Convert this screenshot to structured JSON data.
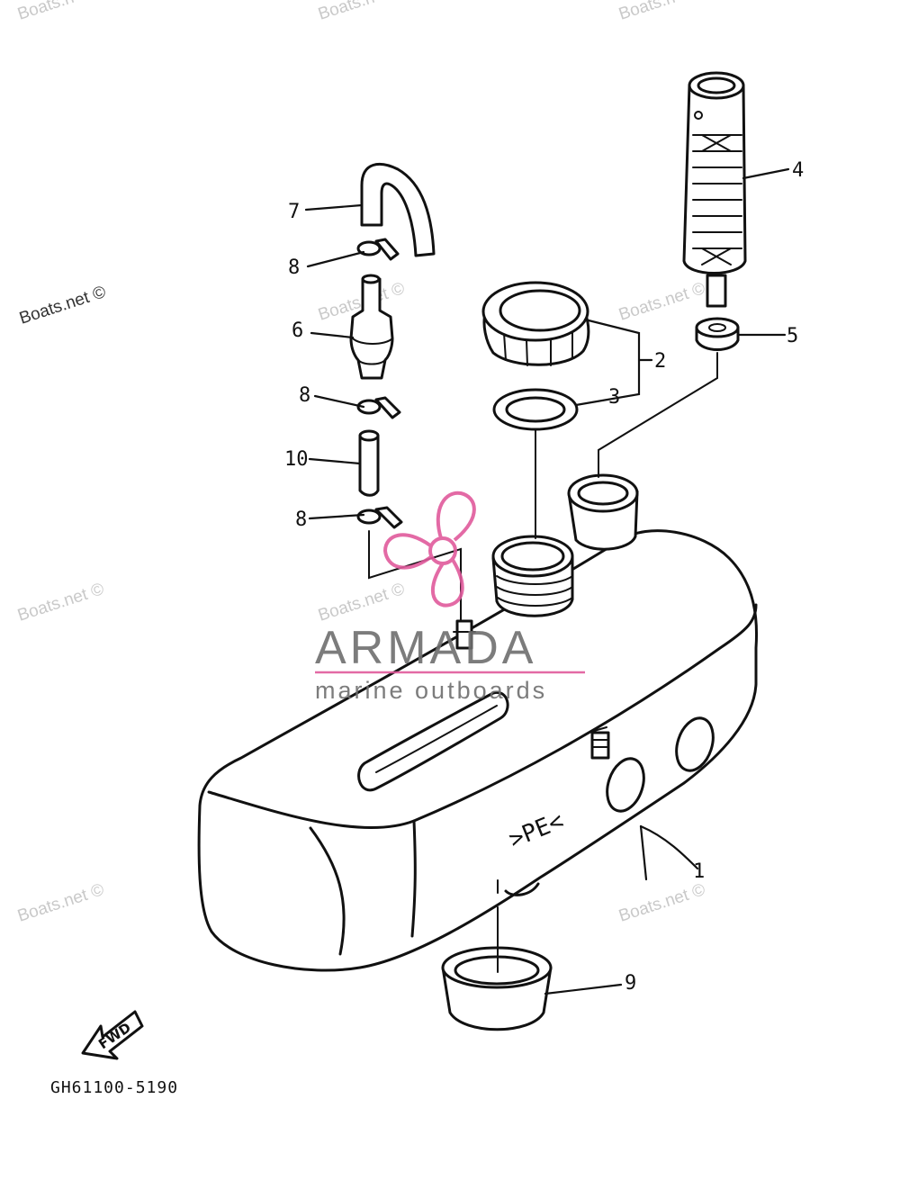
{
  "diagram_code": "GH61100-5190",
  "callouts": [
    "1",
    "2",
    "3",
    "4",
    "5",
    "6",
    "7",
    "8",
    "9",
    "10"
  ],
  "tank_marking": ">PE<",
  "direction_label": "FWD",
  "watermarks": {
    "boats_net": "Boats.net ©",
    "top_partial": "Boats.n"
  },
  "logo": {
    "name": "ARMADA",
    "tagline": "marine outboards",
    "accent_color": "#e05a9c",
    "text_color": "#6e6e6e"
  },
  "line_color": "#111111"
}
